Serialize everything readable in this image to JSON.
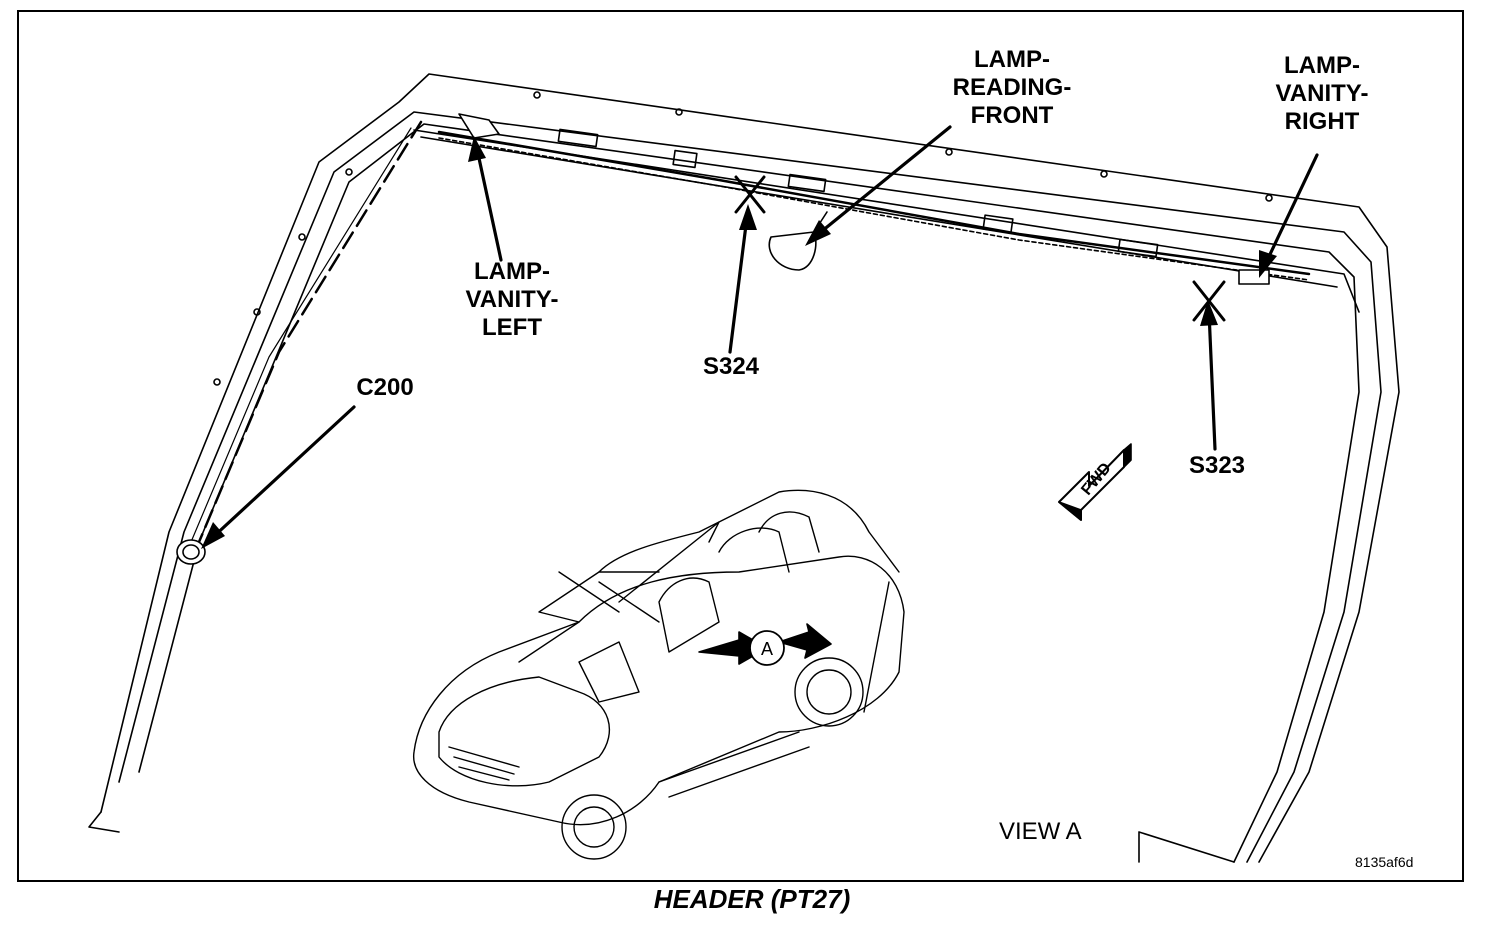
{
  "callouts": {
    "lamp_reading_front": [
      "LAMP-",
      "READING-",
      "FRONT"
    ],
    "lamp_vanity_right": [
      "LAMP-",
      "VANITY-",
      "RIGHT"
    ],
    "lamp_vanity_left": [
      "LAMP-",
      "VANITY-",
      "LEFT"
    ],
    "c200": "C200",
    "s324": "S324",
    "s323": "S323"
  },
  "fwd_arrow_label": "FWD",
  "view_marker_letter": "A",
  "view_label": "VIEW A",
  "figure_code": "8135af6d",
  "caption": "HEADER (PT27)"
}
